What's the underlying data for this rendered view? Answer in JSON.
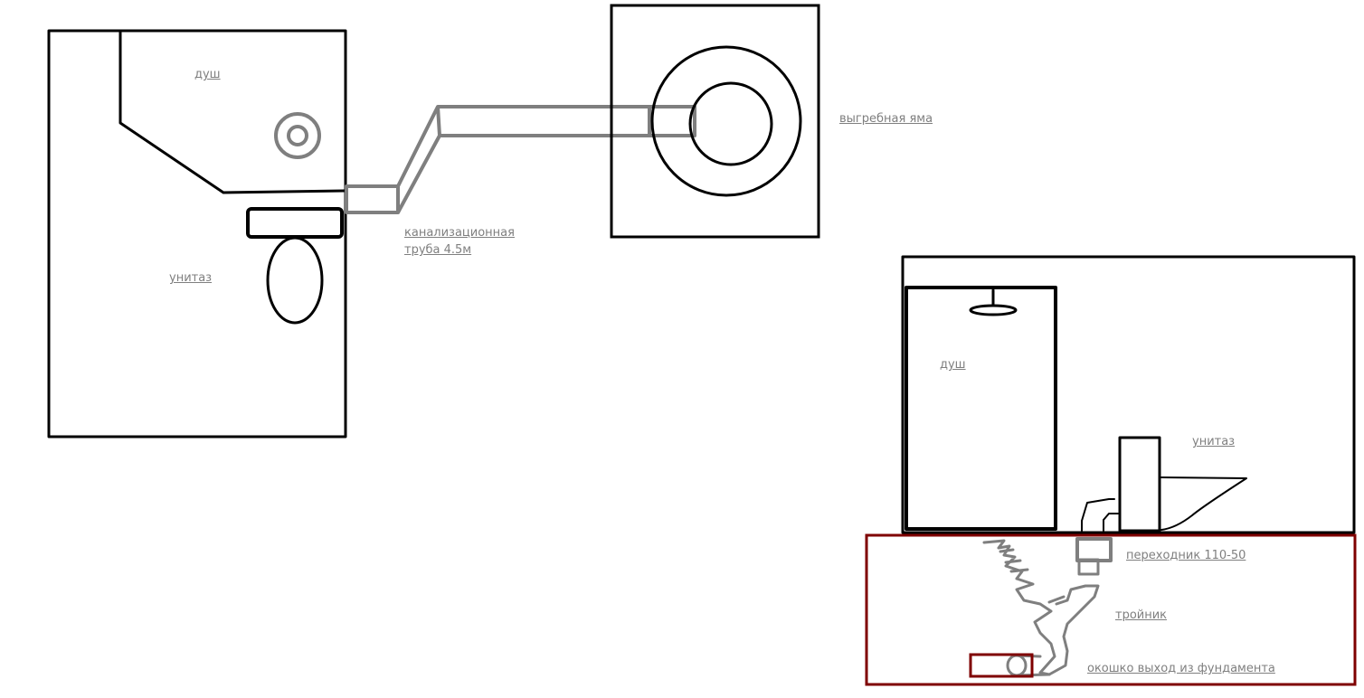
{
  "labels": {
    "plan_shower": "душ",
    "plan_toilet": "унитаз",
    "plan_pipe": "канализационная",
    "plan_pipe_length": "труба 4.5м",
    "cesspit": "выгребная яма",
    "side_shower": "душ",
    "side_toilet": "унитаз",
    "adapter": "переходник 110-50",
    "tee": "тройник",
    "foundation_outlet": "окошко выход из фундамента"
  },
  "colors": {
    "line": "#000000",
    "pipe": "#7f7f7f",
    "foundation": "#7f0000",
    "label": "#7f7f7f"
  }
}
